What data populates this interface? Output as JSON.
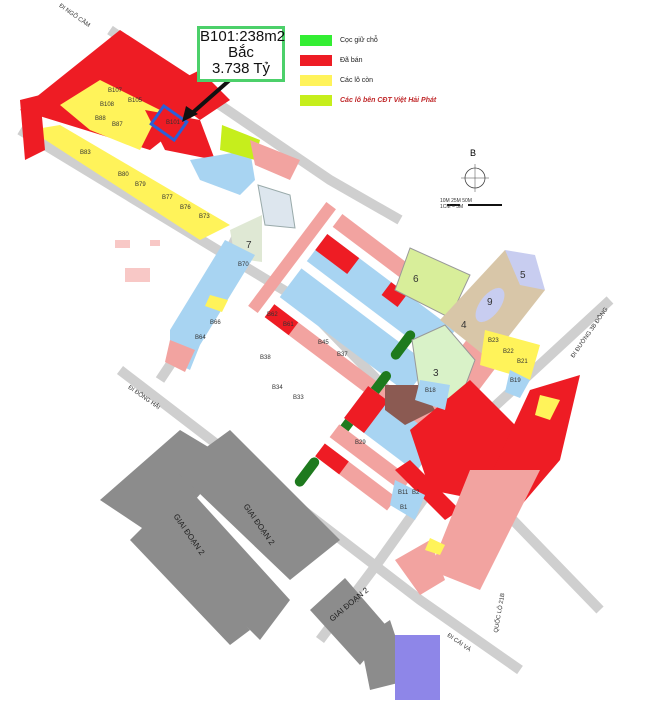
{
  "callout": {
    "line1": "B101:238m2",
    "line2": "Bắc",
    "line3": "3.738 Tỷ"
  },
  "legend": [
    {
      "label": "Cọc giữ chỗ",
      "color": "#33ee33"
    },
    {
      "label": "Đã bán",
      "color": "#ee1c24"
    },
    {
      "label": "Các lô còn",
      "color": "#fff35a"
    },
    {
      "label": "Các lô bên CĐT Việt Hải Phát",
      "color": "#c6ee1c"
    }
  ],
  "zones": {
    "z3": "3",
    "z4": "4",
    "z5": "5",
    "z6": "6",
    "z9": "9",
    "z7": "7"
  },
  "phase_labels": [
    "GIAI ĐOẠN 2",
    "GIAI ĐOẠN 2",
    "GIAI ĐOẠN 2"
  ],
  "compass": {
    "north": "B",
    "scale": "10M   25M        50M",
    "ratio": "1CM = 5M"
  },
  "roads": {
    "r1": "ĐI NGÕ CẦM",
    "r2": "ĐI ĐÔNG HẢI",
    "r3": "ĐI ĐƯỜNG 3B ĐÔNG",
    "r4": "ĐI CÁI VÀ",
    "r5": "QUỐC LỘ 21B"
  },
  "lots": [
    "B101",
    "B107",
    "B108",
    "B105",
    "B88",
    "B87",
    "B83",
    "B80",
    "B79",
    "B77",
    "B76",
    "B73",
    "B70",
    "B66",
    "B64",
    "B62",
    "B61",
    "B45",
    "B37",
    "B38",
    "B34",
    "B33",
    "B29",
    "B23",
    "B22",
    "B21",
    "B19",
    "B18",
    "B11",
    "B2",
    "B1"
  ],
  "colors": {
    "sold": "#ee1c24",
    "available": "#fff35a",
    "partner": "#c6ee1c",
    "blue": "#a8d4f2",
    "pink": "#f2a3a0",
    "gray": "#8c8c8c",
    "park": "#d9f2c8",
    "green6": "#d8ee9a",
    "tan": "#d8c6a8",
    "lavender": "#c8cdf0",
    "purple": "#8e86e8",
    "brown": "#8b5a52"
  }
}
